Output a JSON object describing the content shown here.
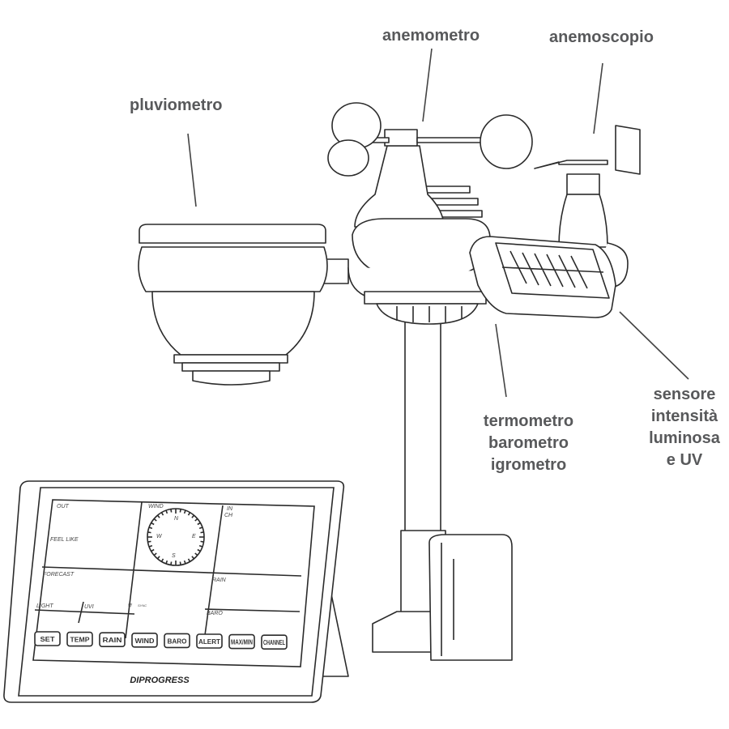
{
  "labels": {
    "rain_gauge": "pluviometro",
    "anemometer": "anemometro",
    "wind_vane": "anemoscopio",
    "thermo": [
      "termometro",
      "barometro",
      "igrometro"
    ],
    "light_uv": [
      "sensore",
      "intensità",
      "luminosa",
      "e UV"
    ]
  },
  "display": {
    "fields": {
      "out": "OUT",
      "feel_like": "FEEL LIKE",
      "wind": "WIND",
      "in": "IN",
      "ch": "CH",
      "forecast": "FORECAST",
      "rain": "RAIN",
      "light": "LIGHT",
      "uvi": "UVI",
      "sync": "SYNC",
      "baro": "BARO"
    },
    "compass": {
      "n": "N",
      "e": "E",
      "s": "S",
      "w": "W"
    },
    "buttons": [
      "SET",
      "TEMP",
      "RAIN",
      "WIND",
      "BARO",
      "ALERT",
      "MAX/MIN",
      "CHANNEL"
    ],
    "brand": "DIPROGRESS"
  }
}
